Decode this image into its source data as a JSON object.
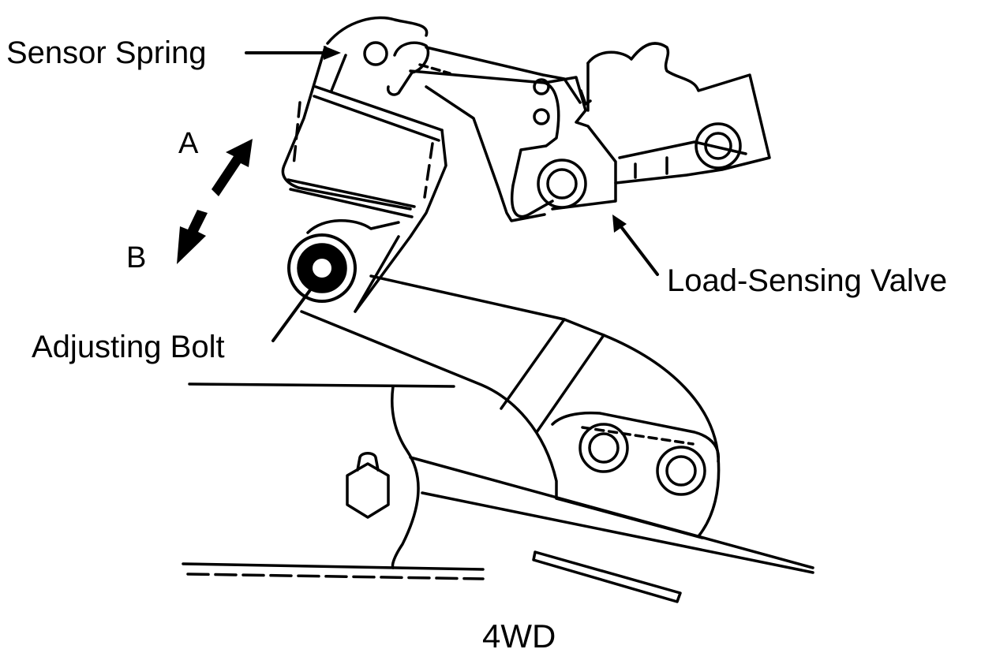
{
  "labels": {
    "sensor_spring": "Sensor Spring",
    "load_sensing_valve": "Load-Sensing Valve",
    "adjusting_bolt": "Adjusting Bolt",
    "direction_a": "A",
    "direction_b": "B"
  },
  "caption": "4WD",
  "colors": {
    "ink": "#000000",
    "background": "#ffffff"
  }
}
